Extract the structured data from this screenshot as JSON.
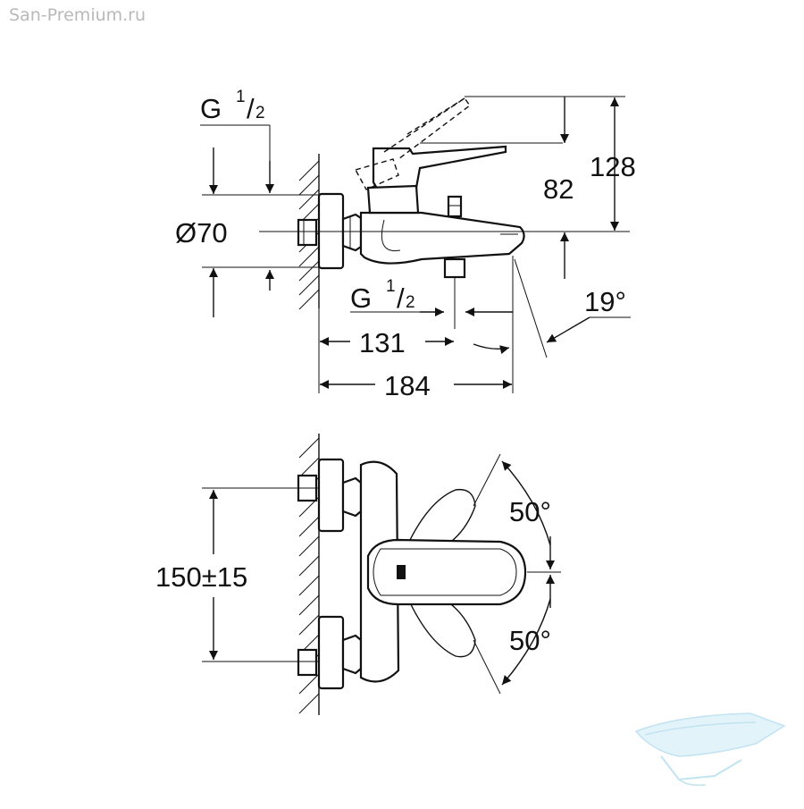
{
  "watermark": {
    "text": "San-Premium.ru",
    "color": "#b9b9b9"
  },
  "side_view": {
    "thread_top": {
      "main": "G",
      "sup": "1",
      "sub": "2"
    },
    "diameter": "Ø70",
    "height_outer": "128",
    "height_inner": "82",
    "thread_bottom": {
      "main": "G",
      "sup": "1",
      "sub": "2"
    },
    "angle": "19°",
    "length_inner": "131",
    "length_outer": "184"
  },
  "top_view": {
    "spacing": "150±15",
    "angle_upper": "50°",
    "angle_lower": "50°"
  },
  "logo": {
    "name": "bathtub-logo-icon",
    "color": "#a9d8ec"
  }
}
